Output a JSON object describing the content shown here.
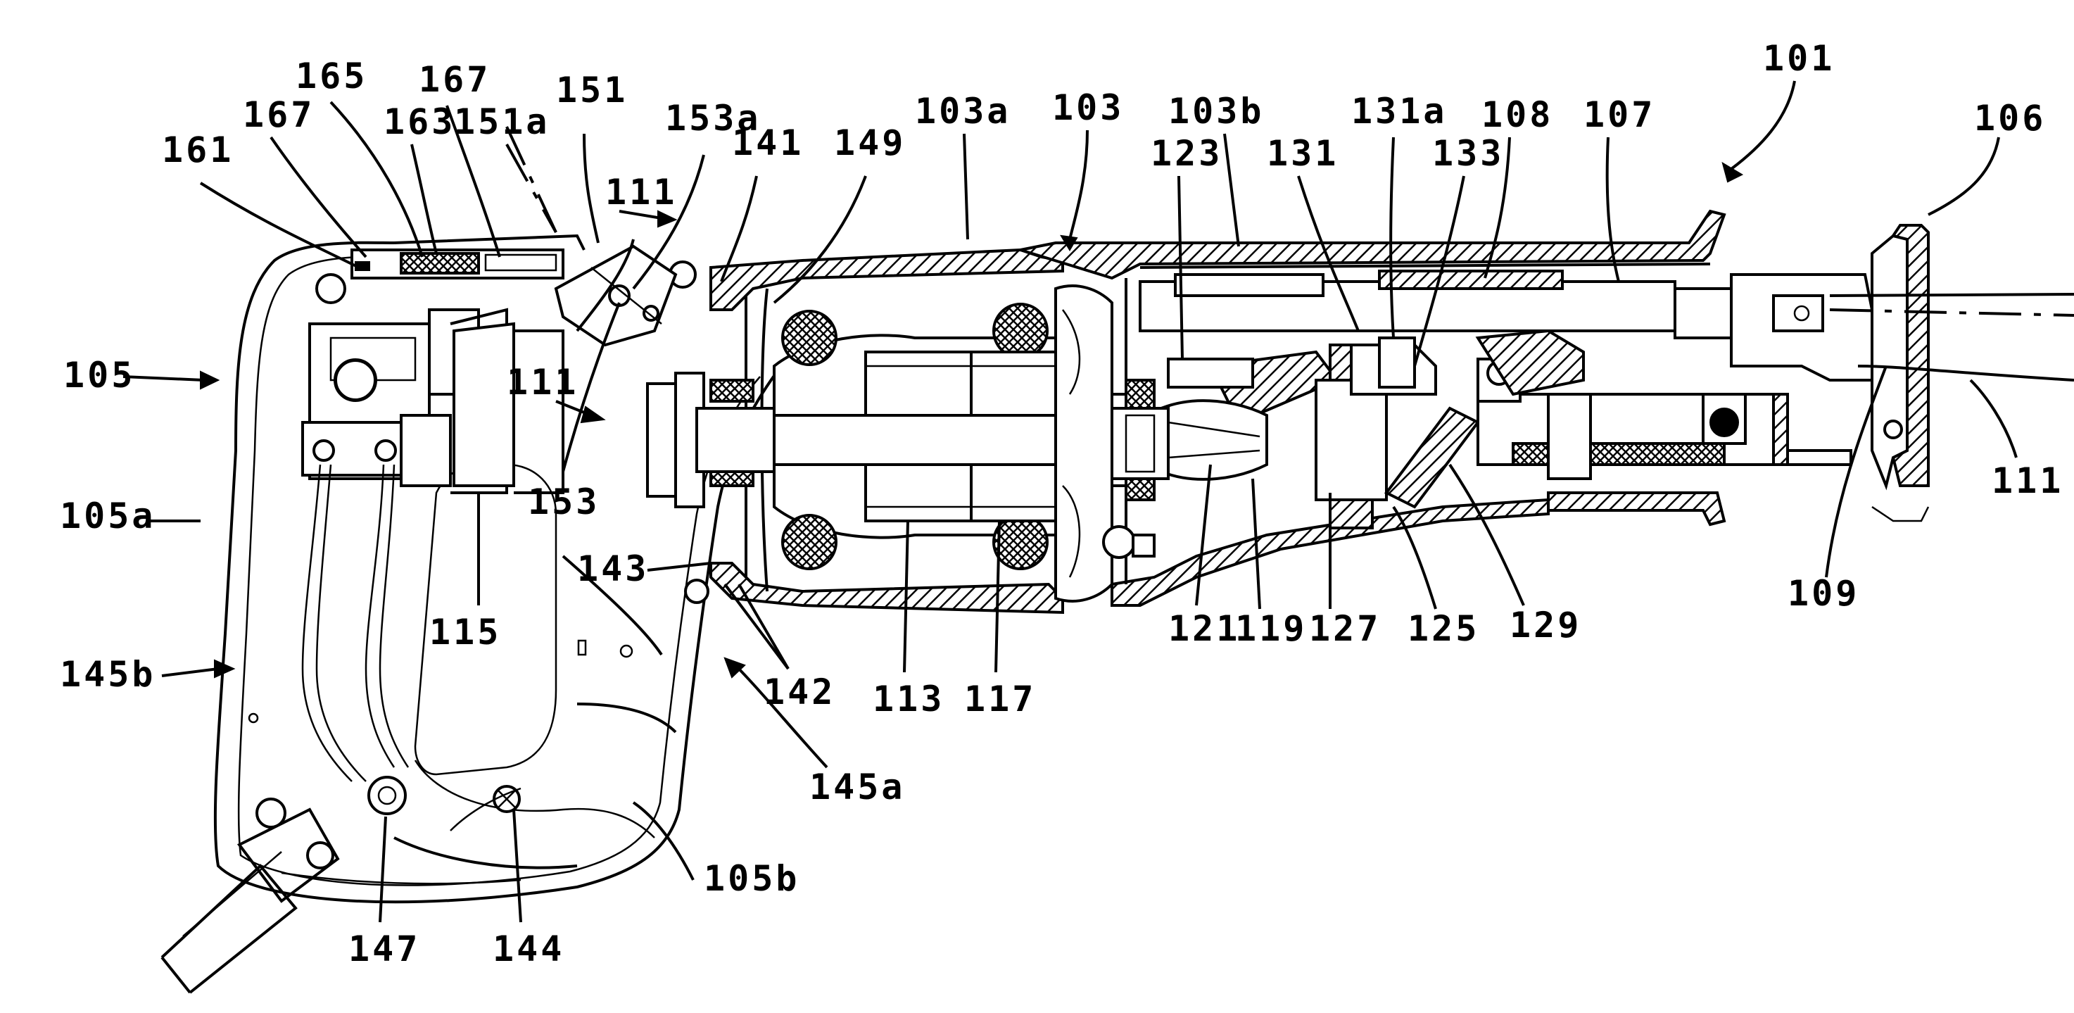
{
  "labels": {
    "l101": "101",
    "l103": "103",
    "l103a": "103a",
    "l103b": "103b",
    "l105": "105",
    "l105a": "105a",
    "l105b": "105b",
    "l106": "106",
    "l107": "107",
    "l108": "108",
    "l109": "109",
    "l111_blade": "111",
    "l111_sec_top": "111",
    "l111_sec_bot": "111",
    "l113": "113",
    "l115": "115",
    "l117": "117",
    "l119": "119",
    "l121": "121",
    "l123": "123",
    "l125": "125",
    "l127": "127",
    "l129": "129",
    "l131": "131",
    "l131a": "131a",
    "l133": "133",
    "l141": "141",
    "l142": "142",
    "l143": "143",
    "l144": "144",
    "l145a": "145a",
    "l145b": "145b",
    "l147": "147",
    "l149": "149",
    "l151": "151",
    "l151a": "151a",
    "l153": "153",
    "l153a": "153a",
    "l161": "161",
    "l163": "163",
    "l165": "165",
    "l167_left": "167",
    "l167_right": "167"
  }
}
